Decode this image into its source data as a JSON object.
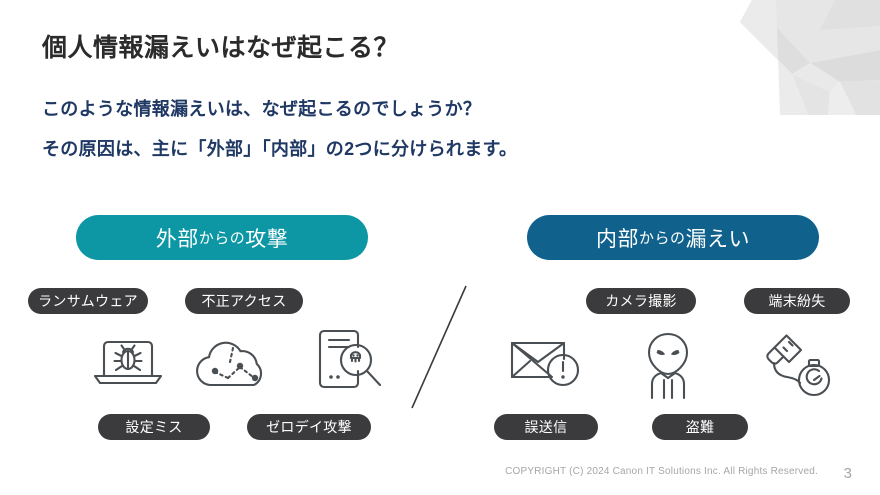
{
  "slide": {
    "title": "個人情報漏えいはなぜ起こる？",
    "lead_line_1": "このような情報漏えいは、なぜ起こるのでしょうか？",
    "lead_line_2": "その原因は、主に「外部」「内部」の2つに分けられます。"
  },
  "categories": {
    "external": {
      "name": "external-attack",
      "label_main_1": "外部",
      "label_sub": "からの",
      "label_main_2": "攻撃",
      "color": "#0D96A3"
    },
    "internal": {
      "name": "internal-leak",
      "label_main_1": "内部",
      "label_sub": "からの",
      "label_main_2": "漏えい",
      "color": "#10628C"
    }
  },
  "tags": {
    "external_top": [
      {
        "label": "ランサムウェア"
      },
      {
        "label": "不正アクセス"
      }
    ],
    "external_bottom": [
      {
        "label": "設定ミス"
      },
      {
        "label": "ゼロデイ攻撃"
      }
    ],
    "internal_top": [
      {
        "label": "カメラ撮影"
      },
      {
        "label": "端末紛失"
      }
    ],
    "internal_bottom": [
      {
        "label": "誤送信"
      },
      {
        "label": "盗難"
      }
    ]
  },
  "icons": {
    "external": [
      {
        "name": "laptop-bug-icon"
      },
      {
        "name": "cloud-network-icon"
      },
      {
        "name": "server-magnifier-skull-icon"
      }
    ],
    "internal": [
      {
        "name": "envelope-alert-icon"
      },
      {
        "name": "alien-person-icon"
      },
      {
        "name": "usb-stopwatch-icon"
      }
    ]
  },
  "colors": {
    "tag_background": "#3B3B3D",
    "title_text": "#2b2b2b",
    "lead_text": "#1f3864",
    "icon_stroke": "#4a4f54",
    "footer_text": "#a6a6a6"
  },
  "footer": {
    "copyright": "COPYRIGHT (C) 2024 Canon IT Solutions Inc. All Rights Reserved.",
    "page_number": "3"
  }
}
